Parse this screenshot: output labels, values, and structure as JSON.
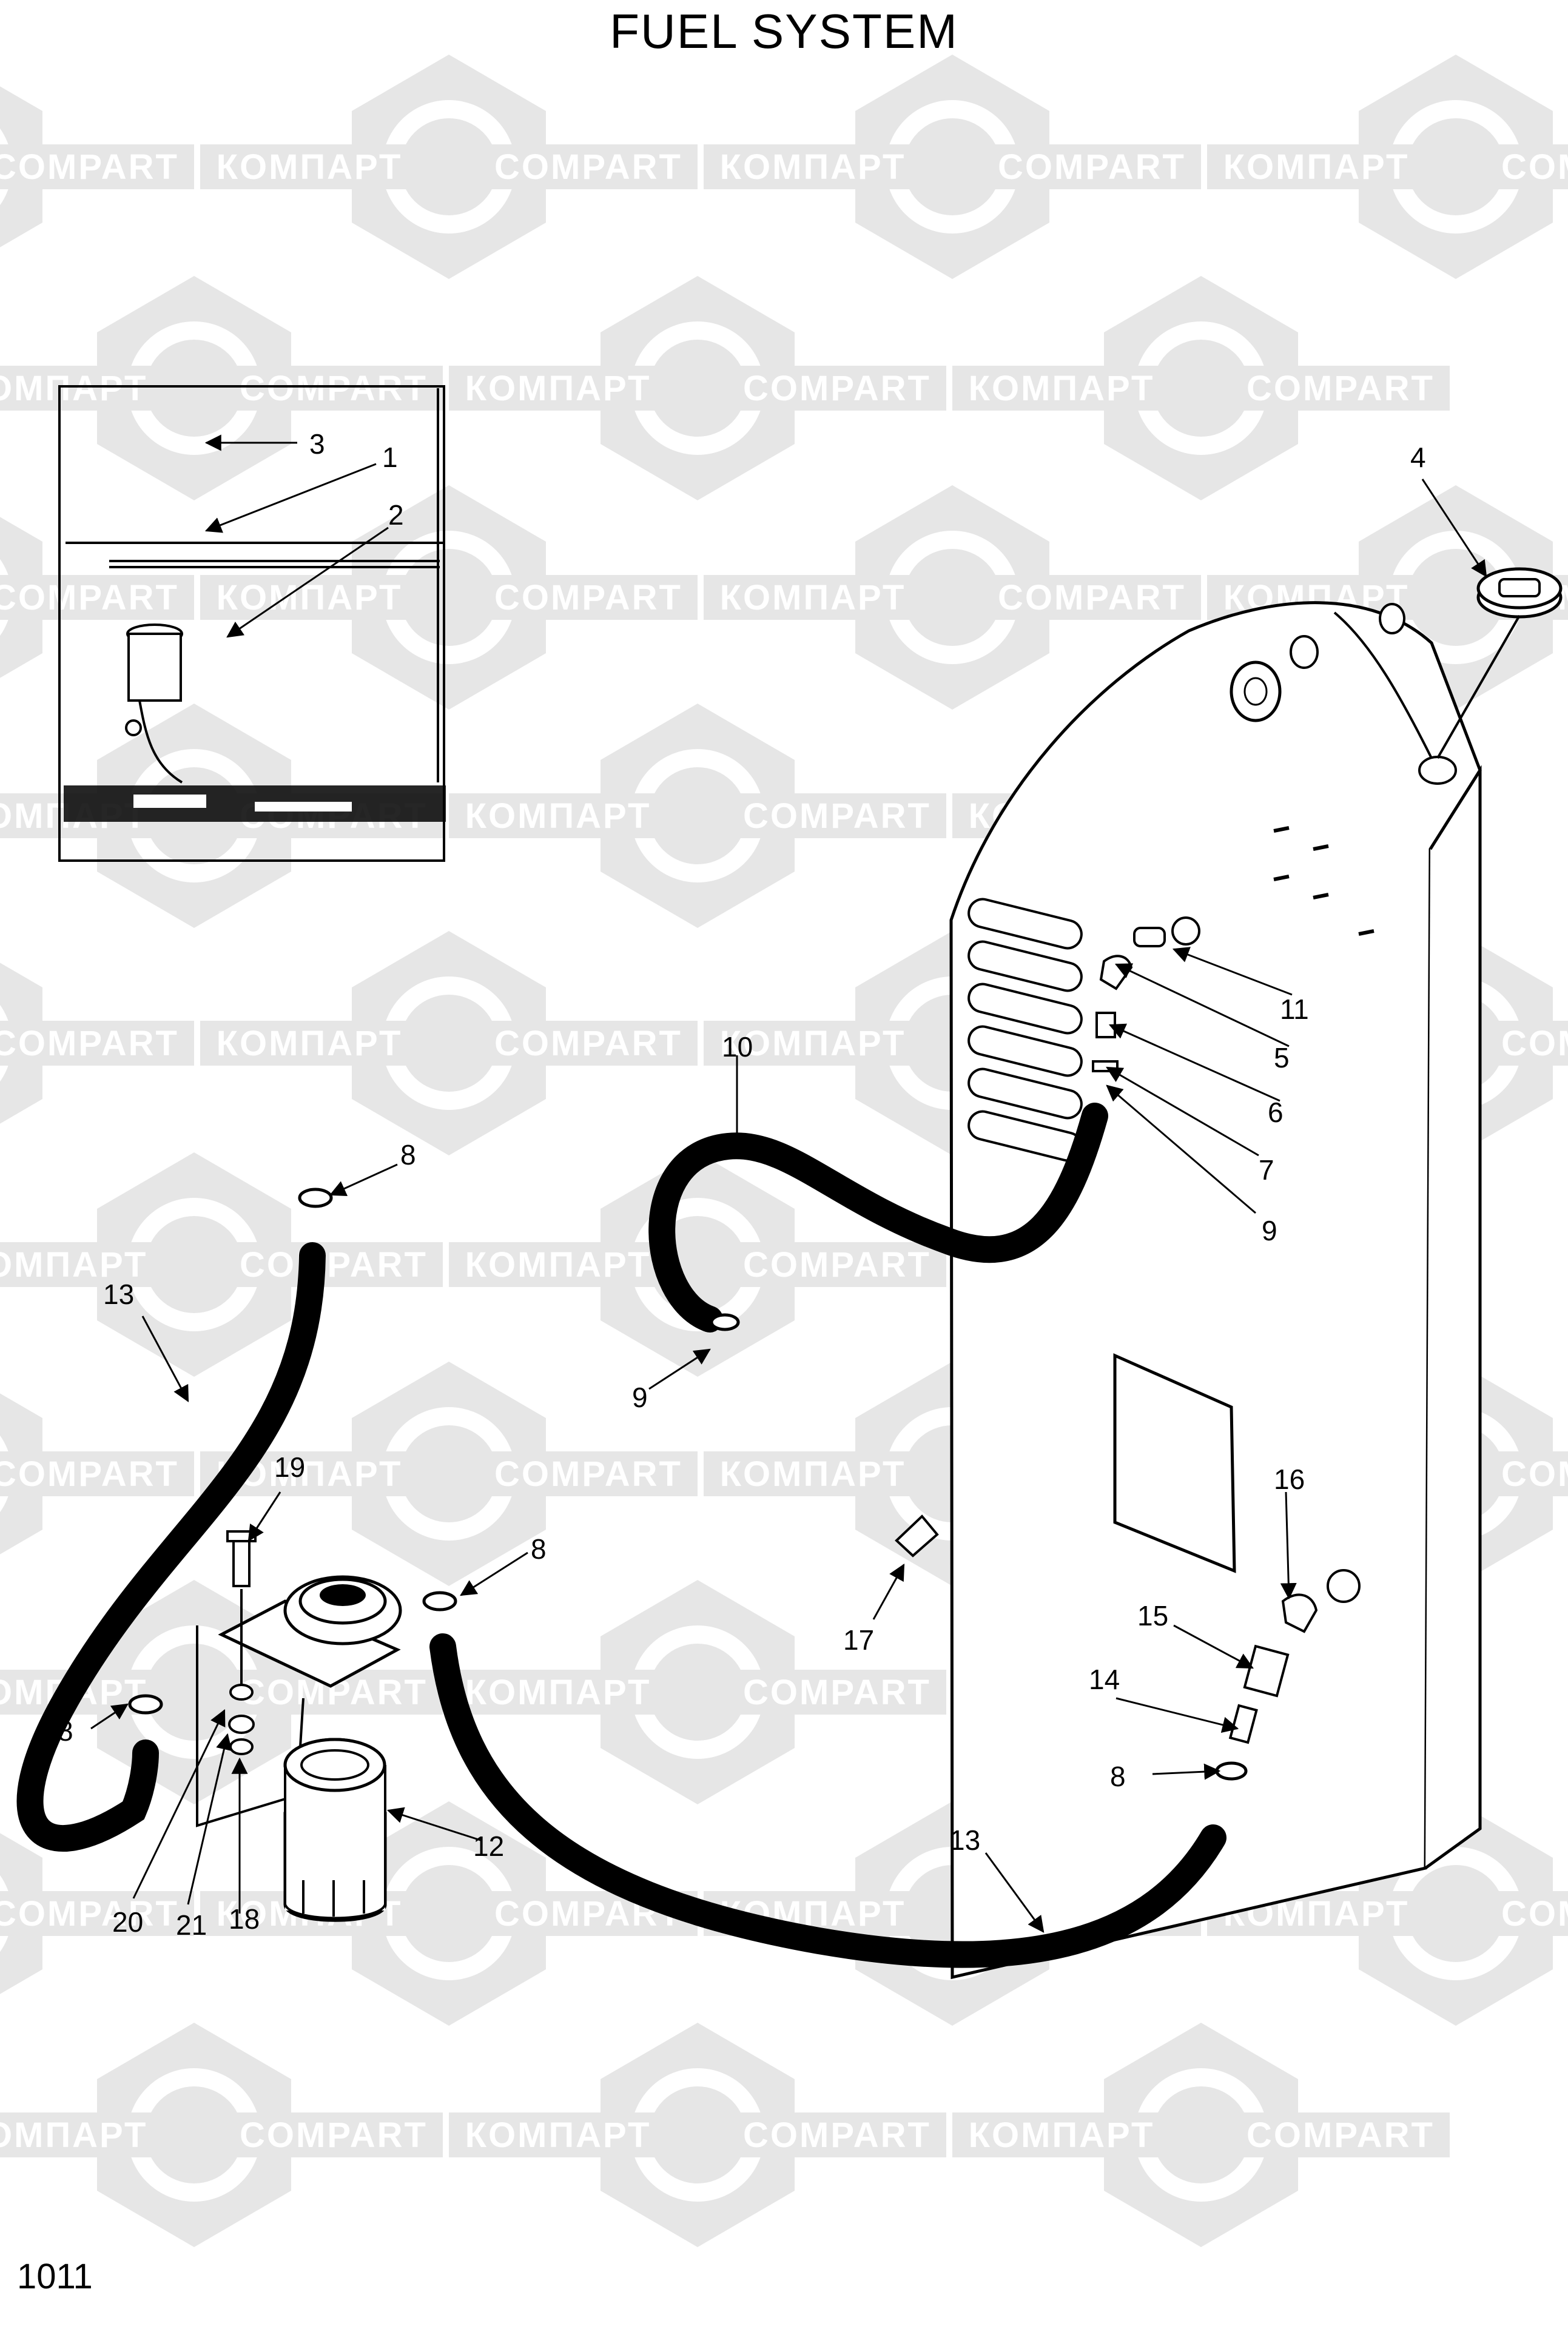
{
  "title": "FUEL SYSTEM",
  "page_number": "1011",
  "watermark": {
    "left": "КОМПАРТ",
    "right": "COMPART"
  },
  "callouts": [
    "1",
    "2",
    "3",
    "4",
    "5",
    "6",
    "7",
    "8",
    "8",
    "8",
    "8",
    "9",
    "9",
    "10",
    "11",
    "12",
    "13",
    "13",
    "14",
    "15",
    "16",
    "17",
    "18",
    "19",
    "20",
    "21"
  ],
  "colors": {
    "watermark": "#e6e6e6",
    "line": "#000000",
    "hose": "#111111"
  }
}
